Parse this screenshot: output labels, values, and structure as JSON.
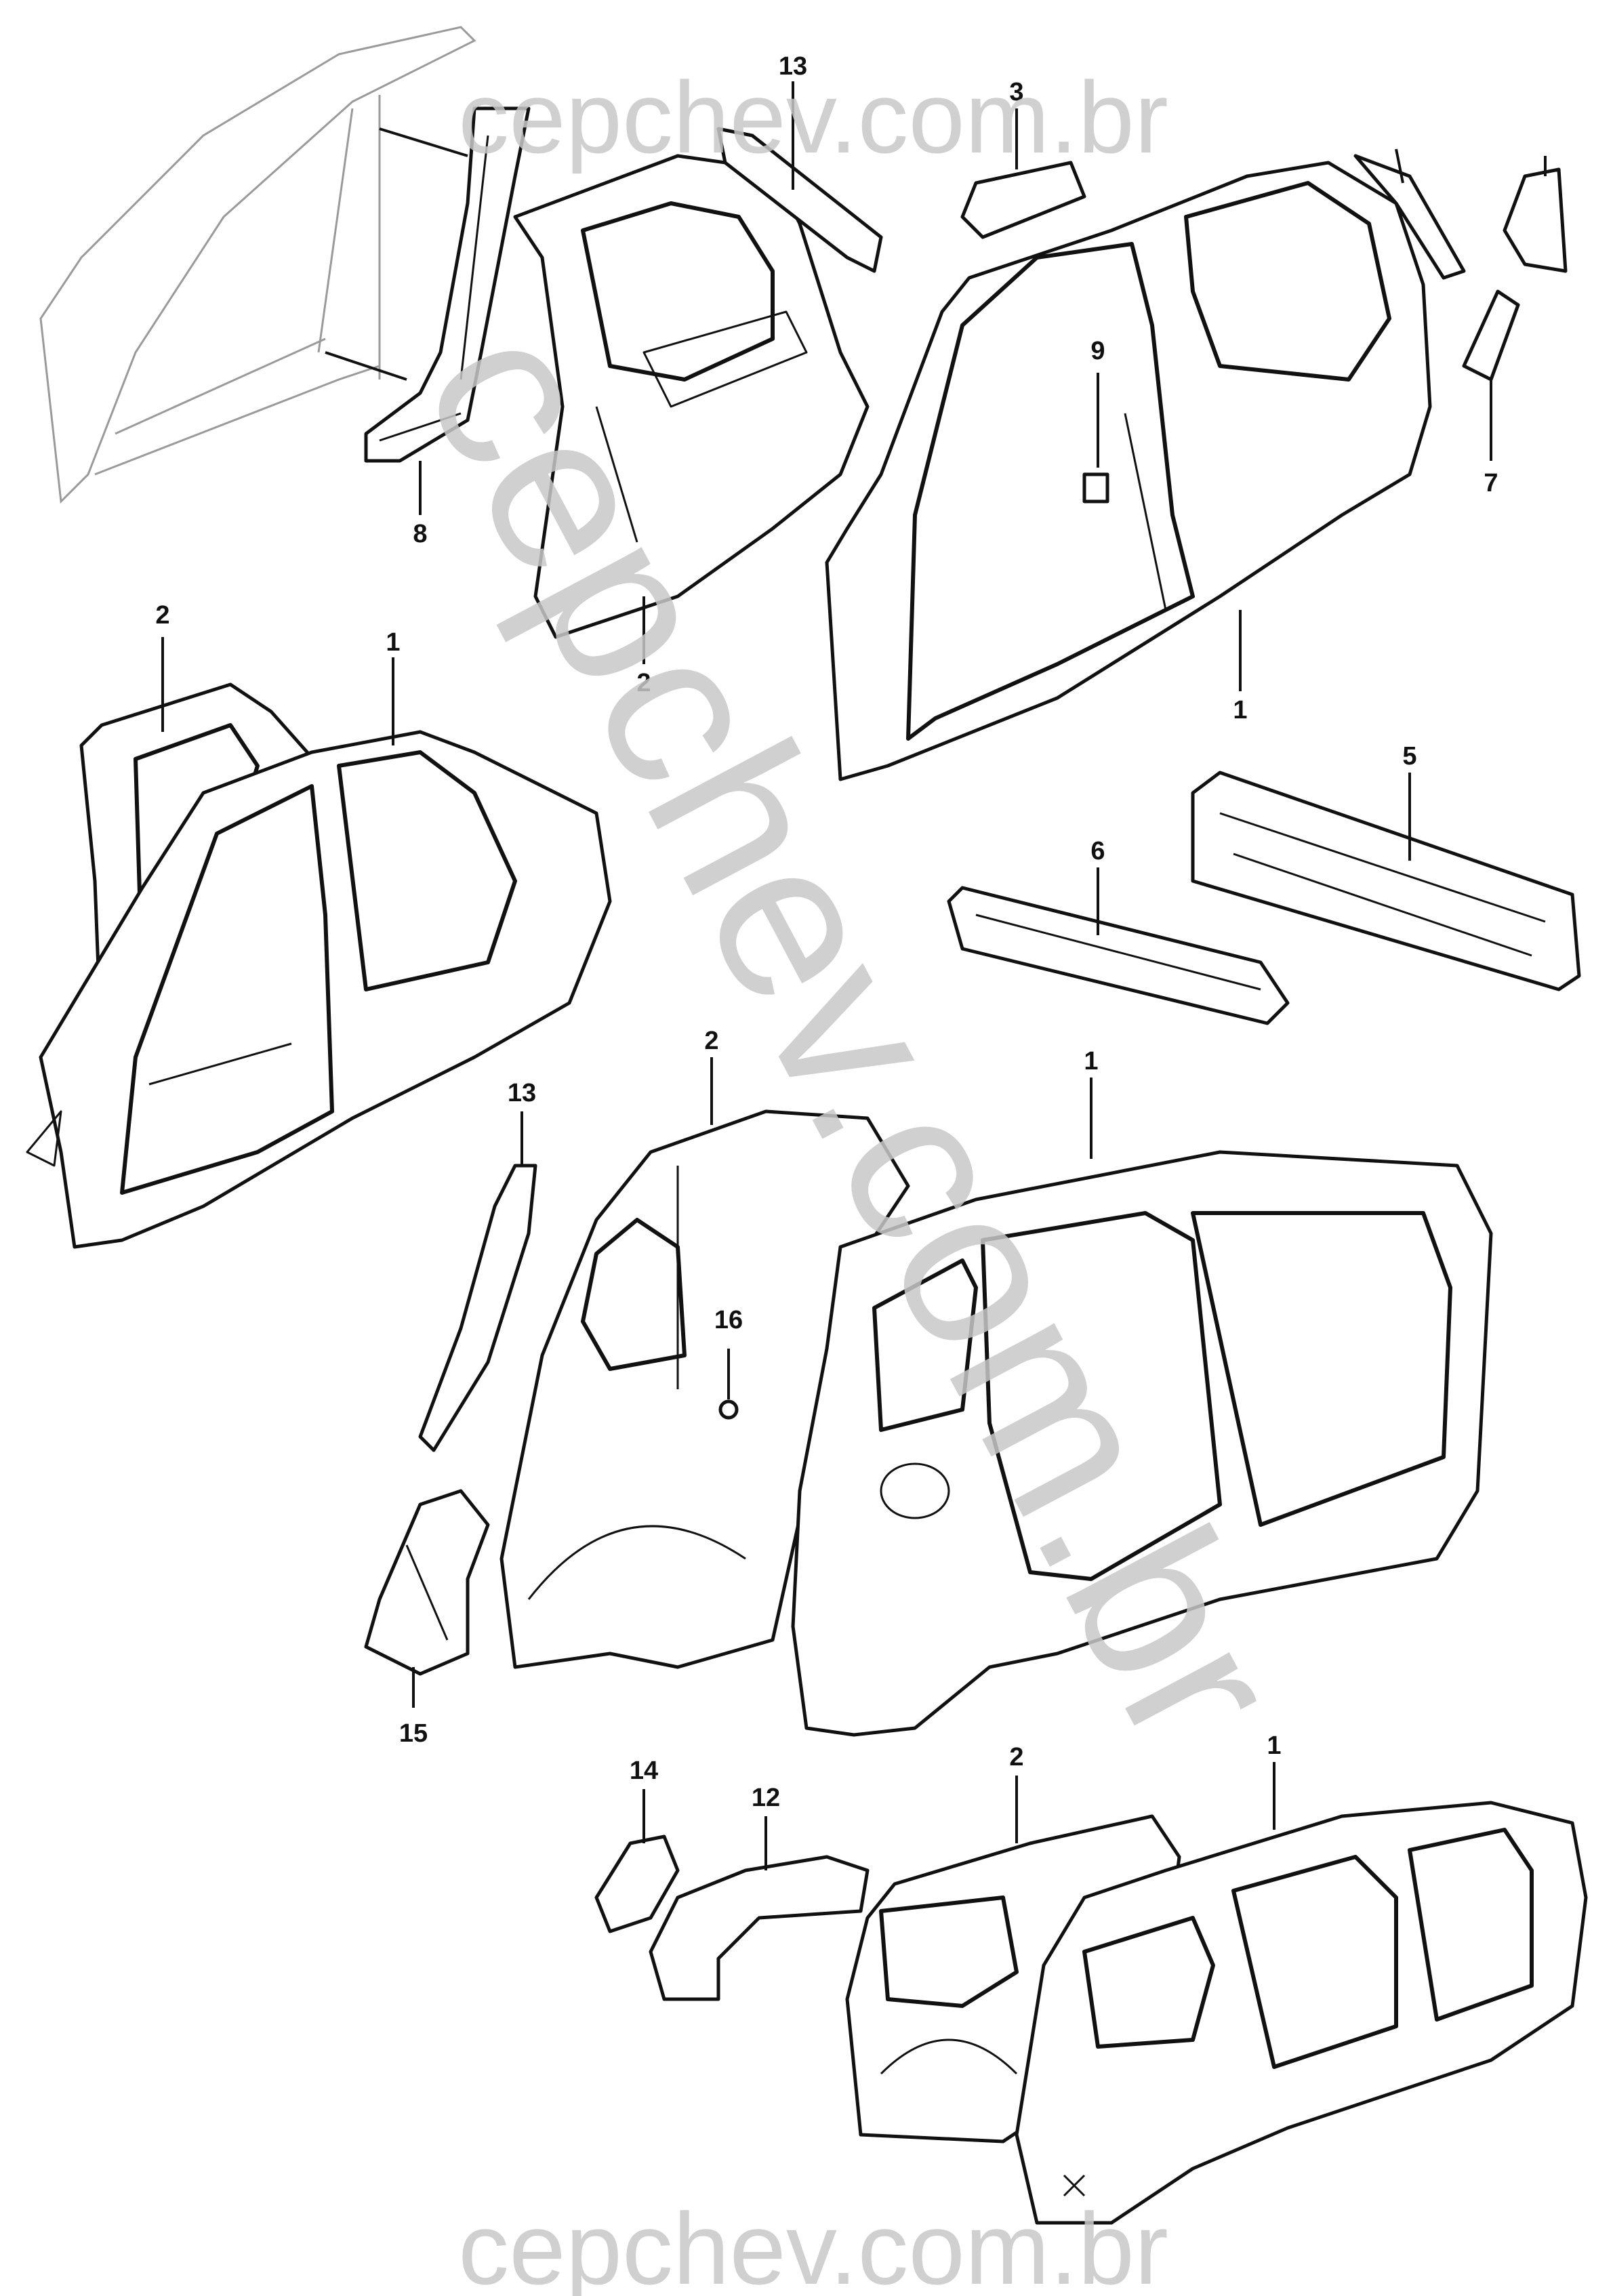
{
  "watermark": {
    "top": "cepchev.com.br",
    "diagonal": "cepchev.com.br",
    "bottom": "cepchev.com.br"
  },
  "callouts": {
    "c13_top": "13",
    "c3": "3",
    "c8": "8",
    "c2_top": "2",
    "c9": "9",
    "c7": "7",
    "c1_top": "1",
    "c2_sedan": "2",
    "c1_sedan": "1",
    "c5": "5",
    "c6": "6",
    "c13_mid": "13",
    "c2_mid": "2",
    "c1_mid": "1",
    "c16": "16",
    "c15": "15",
    "c14": "14",
    "c12": "12",
    "c2_bot": "2",
    "c1_bot": "1"
  },
  "colors": {
    "line": "#111111",
    "watermark": "#c8c8c8",
    "ghost": "#9a9a9a",
    "background": "#ffffff"
  }
}
